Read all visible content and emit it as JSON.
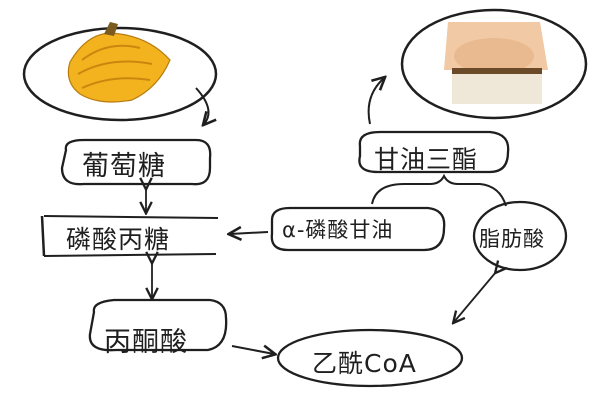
{
  "nodes": {
    "glucose": "葡萄糖",
    "glyceraldehyde_3_phosphate": "磷酸丙糖",
    "alpha_glycerophosphate": "α-磷酸甘油",
    "triglyceride": "甘油三酯",
    "fatty_acid": "脂肪酸",
    "pyruvate": "丙酮酸",
    "acetyl_coa": "乙酰CoA"
  },
  "colors": {
    "ink": "#1f1f1f",
    "banana": "#f2b31f",
    "skin": "#f1c9a5",
    "pants": "#efe7d7"
  }
}
